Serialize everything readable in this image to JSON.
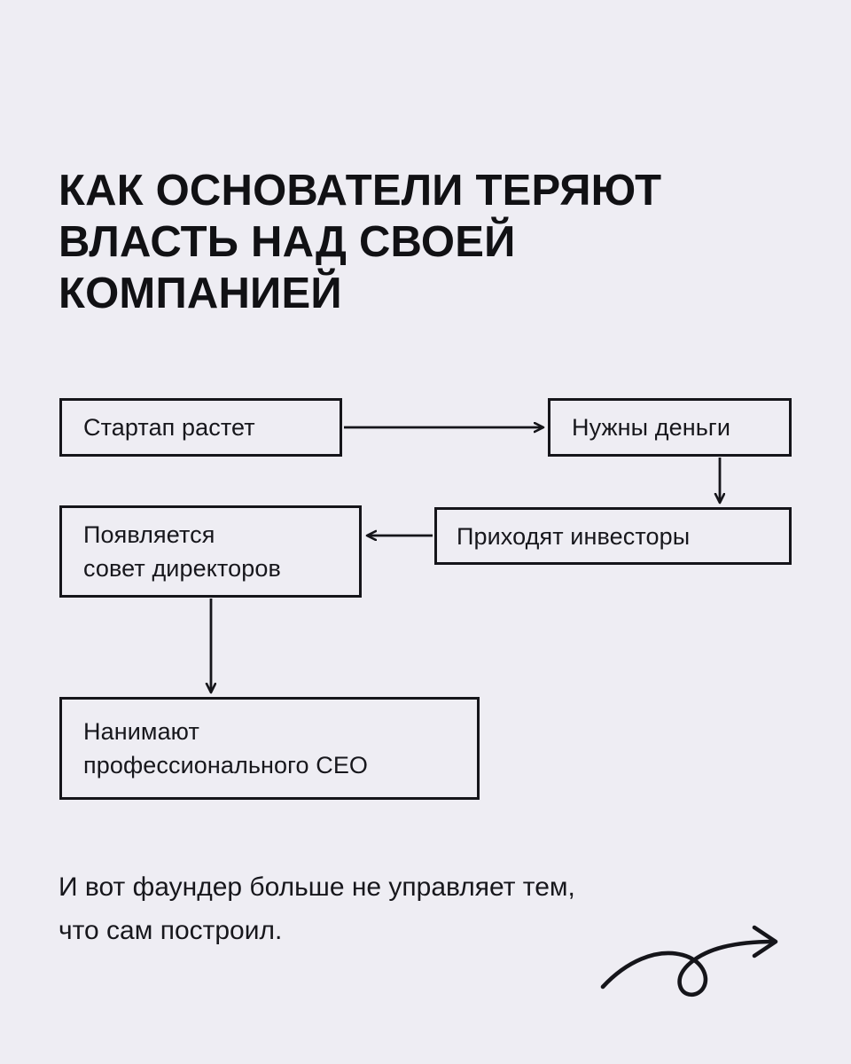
{
  "page": {
    "background_color": "#eeedf3",
    "ink_color": "#15151a",
    "title": "КАК ОСНОВАТЕЛИ ТЕРЯЮТ\nВЛАСТЬ НАД СВОЕЙ\nКОМПАНИЕЙ",
    "outro": "И вот фаундер больше не управляет тем,\nчто сам построил."
  },
  "flow": {
    "nodes": [
      {
        "id": "startup",
        "label": "Стартап растет"
      },
      {
        "id": "money",
        "label": "Нужны деньги"
      },
      {
        "id": "investors",
        "label": "Приходят инвесторы"
      },
      {
        "id": "board",
        "label": "Появляется\nсовет директоров"
      },
      {
        "id": "ceo",
        "label": "Нанимают\nпрофессионального CEO"
      }
    ],
    "edges": [
      {
        "from": "startup",
        "to": "money",
        "direction": "right"
      },
      {
        "from": "money",
        "to": "investors",
        "direction": "down"
      },
      {
        "from": "investors",
        "to": "board",
        "direction": "left"
      },
      {
        "from": "board",
        "to": "ceo",
        "direction": "down"
      }
    ]
  },
  "decoration": {
    "doodle_arrow": "curved-loop-arrow"
  }
}
